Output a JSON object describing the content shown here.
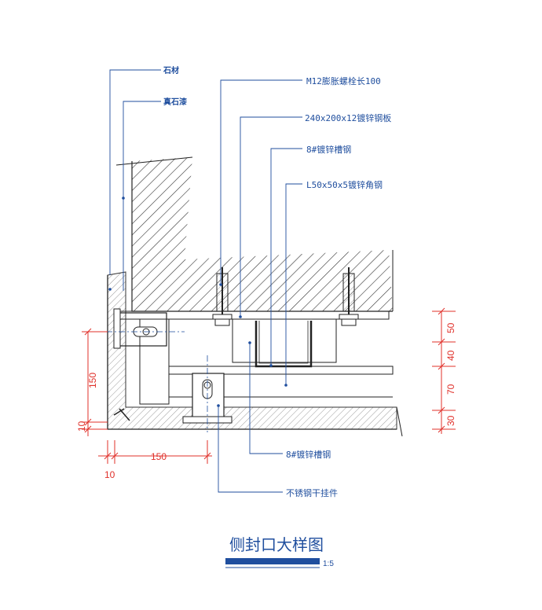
{
  "callouts": {
    "stone": "石材",
    "stone_glue": "真石漆",
    "bolt": "M12膨胀螺栓长100",
    "plate": "240x200x12镀锌钢板",
    "channel_top": "8#镀锌槽钢",
    "angle": "L50x50x5镀锌角钢",
    "channel_bottom": "8#镀锌槽钢",
    "hanger": "不锈钢干挂件"
  },
  "dimensions": {
    "left_vertical_150": "150",
    "left_vertical_10": "10",
    "bottom_horizontal_150": "150",
    "bottom_horizontal_10": "10",
    "right_50": "50",
    "right_40": "40",
    "right_70": "70",
    "right_30": "30"
  },
  "title": {
    "text": "侧封口大样图",
    "scale": "1:5"
  },
  "colors": {
    "line_blue": "#1f4e9e",
    "dim_red": "#e0302a",
    "hatch_gray": "#333333"
  }
}
